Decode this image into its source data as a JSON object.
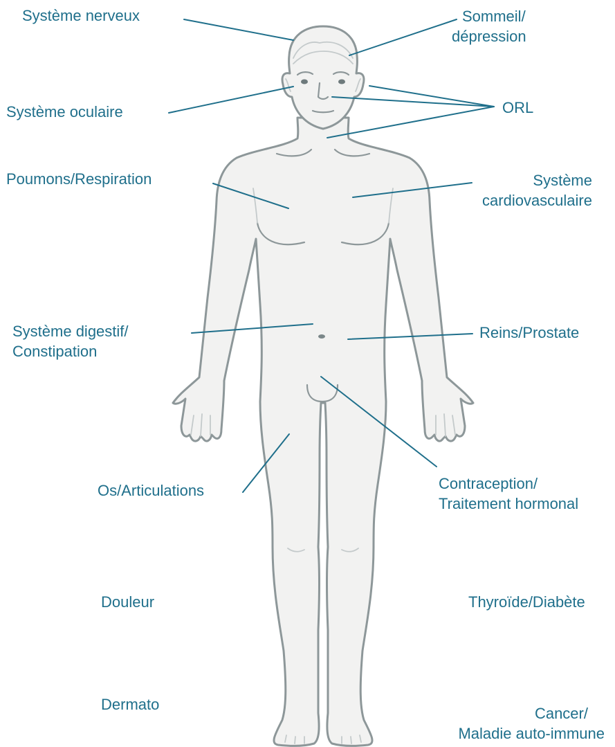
{
  "colors": {
    "label": "#1f6f8b",
    "leader_line": "#1f6f8b",
    "body_fill": "#f2f2f1",
    "body_outline": "#8d9799"
  },
  "labels": {
    "systeme_nerveux": "Système nerveux",
    "sommeil_1": "Sommeil/",
    "sommeil_2": "dépression",
    "orl": "ORL",
    "systeme_oculaire": "Système oculaire",
    "poumons": "Poumons/Respiration",
    "cardio_1": "Système",
    "cardio_2": "cardiovasculaire",
    "digestif_1": "Système digestif/",
    "digestif_2": "Constipation",
    "reins": "Reins/Prostate",
    "os": "Os/Articulations",
    "contraception_1": "Contraception/",
    "contraception_2": "Traitement hormonal",
    "douleur": "Douleur",
    "thyroide": "Thyroïde/Diabète",
    "dermato": "Dermato",
    "cancer_1": "Cancer/",
    "cancer_2": "Maladie auto-immune"
  }
}
